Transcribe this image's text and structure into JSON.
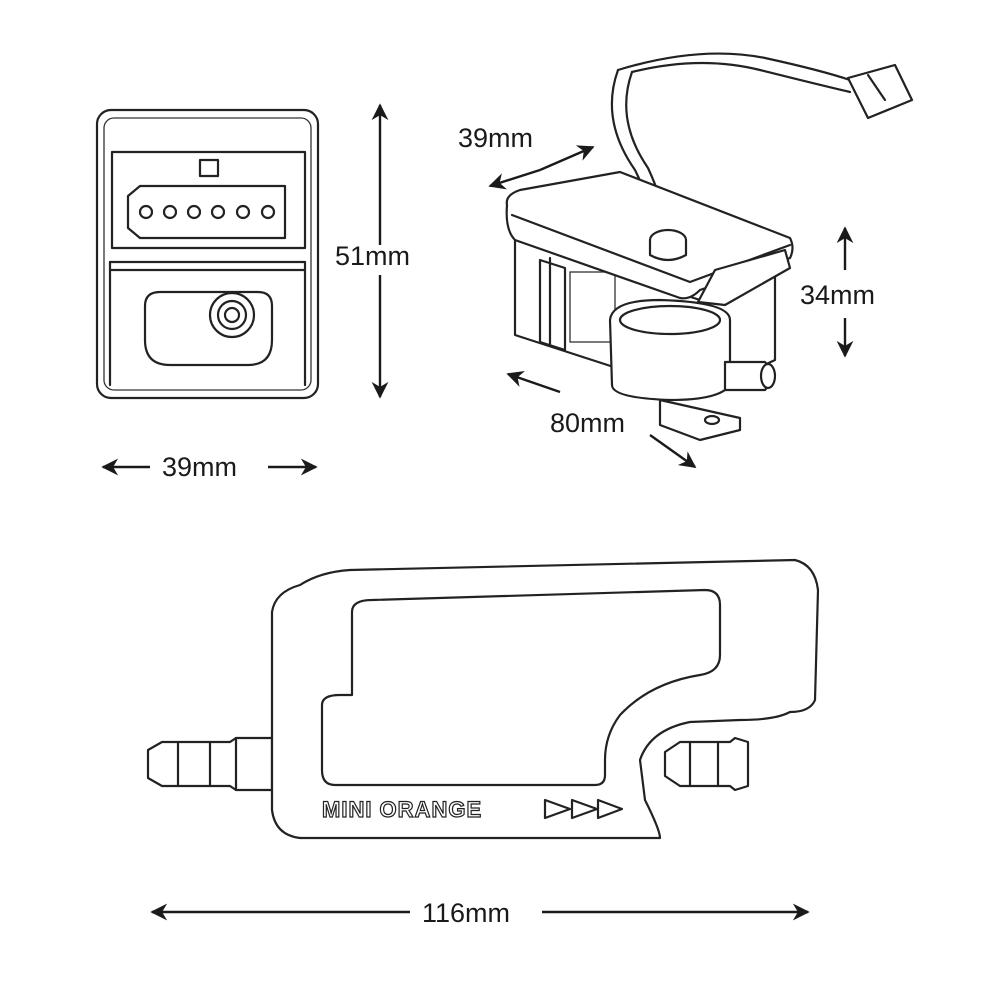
{
  "front_view": {
    "height_label": "51mm",
    "width_label": "39mm"
  },
  "iso_view": {
    "depth_label": "39mm",
    "height_label": "34mm",
    "length_label": "80mm"
  },
  "bottom_view": {
    "length_label": "116mm",
    "brand_text": "MINI ORANGE"
  }
}
